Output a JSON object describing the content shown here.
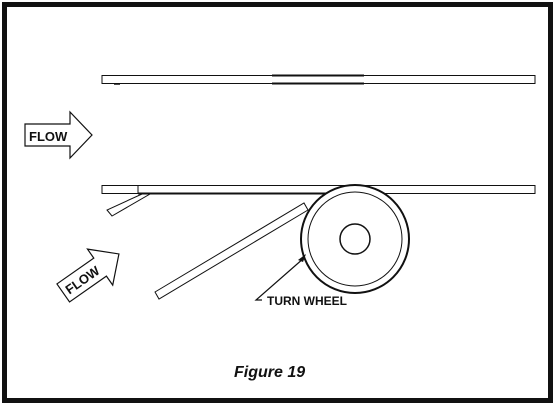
{
  "diagram": {
    "flow_label_top": "FLOW",
    "flow_label_bottom": "FLOW",
    "wheel_label": "TURN WHEEL",
    "caption": "Figure 19"
  }
}
